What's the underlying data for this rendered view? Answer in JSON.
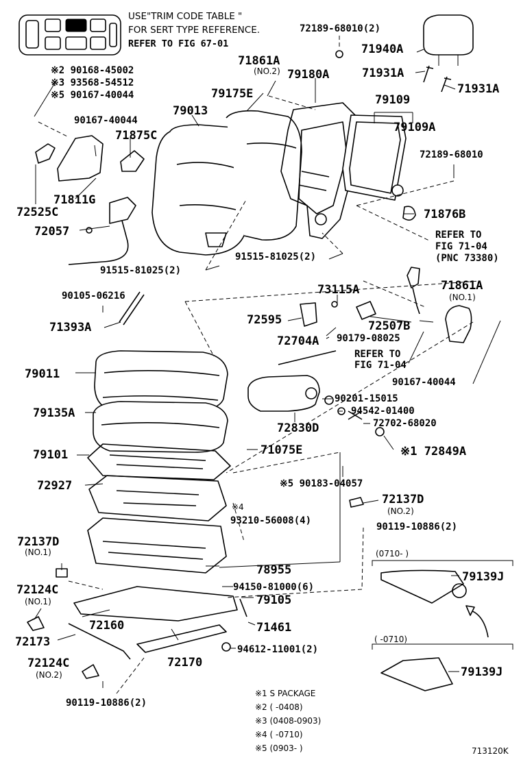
{
  "header": {
    "line1": "USE\"TRIM CODE TABLE \"",
    "line2": "FOR SERT TYPE REFERENCE.",
    "line3": "REFER TO FIG 67-01"
  },
  "labels": {
    "p72189_68010_2": "72189-68010(2)",
    "p71940A": "71940A",
    "p71931A_a": "71931A",
    "p71931A_b": "71931A",
    "p90168_45002": "※2 90168-45002",
    "p93568_54512": "※3 93568-54512",
    "p90167_40044_top": "※5 90167-40044",
    "p71861A_no2": "71861A",
    "no2_a": "(NO.2)",
    "p79180A": "79180A",
    "p79175E": "79175E",
    "p79013": "79013",
    "p79109": "79109",
    "p79109A": "79109A",
    "p90167_40044_b": "90167-40044",
    "p71875C": "71875C",
    "p72189_68010": "72189-68010",
    "p72525C": "72525C",
    "p71811G": "71811G",
    "p71876B": "71876B",
    "p72057": "72057",
    "refer_71_04_a": "REFER TO",
    "fig_71_04_a": "FIG 71-04",
    "pnc_73380": "(PNC 73380)",
    "p91515_81025_2a": "91515-81025(2)",
    "p91515_81025_2b": "91515-81025(2)",
    "p90105_06216": "90105-06216",
    "p73115A": "73115A",
    "p71861A_no1": "71861A",
    "no1_a": "(NO.1)",
    "p71393A": "71393A",
    "p72595": "72595",
    "p72507B": "72507B",
    "p72704A": "72704A",
    "p90179_08025": "90179-08025",
    "refer_71_04_b": "REFER TO",
    "fig_71_04_b": "FIG 71-04",
    "p79011": "79011",
    "p90167_40044_c": "90167-40044",
    "p90201_15015": "90201-15015",
    "p79135A": "79135A",
    "p94542_01400": "94542-01400",
    "p72830D": "72830D",
    "p72702_68020": "72702-68020",
    "p79101": "79101",
    "p71075E": "71075E",
    "p72849A": "※1 72849A",
    "p90183_04057": "※5 90183-04057",
    "p72927": "72927",
    "p72137D_no2": "72137D",
    "no2_b": "(NO.2)",
    "mark4": "※4",
    "p93210_56008_4": "93210-56008(4)",
    "p90119_10886_2a": "90119-10886(2)",
    "p72137D_no1": "72137D",
    "no1_b": "(NO.1)",
    "p78955": "78955",
    "range_0710_from": "(0710-      )",
    "p79139J_a": "79139J",
    "p72124C_no1": "72124C",
    "no1_c": "(NO.1)",
    "p94150_81000_6": "94150-81000(6)",
    "p79105": "79105",
    "p72160": "72160",
    "p71461": "71461",
    "p72173": "72173",
    "range_0710_to": "(      -0710)",
    "p94612_11001_2": "94612-11001(2)",
    "p72170": "72170",
    "p72124C_no2": "72124C",
    "no2_c": "(NO.2)",
    "p79139J_b": "79139J",
    "p90119_10886_2b": "90119-10886(2)"
  },
  "notes": [
    "※1  S  PACKAGE",
    "※2  (        -0408)",
    "※3  (0408-0903)",
    "※4  (        -0710)",
    "※5  (0903-      )"
  ],
  "figure_code": "713120K"
}
